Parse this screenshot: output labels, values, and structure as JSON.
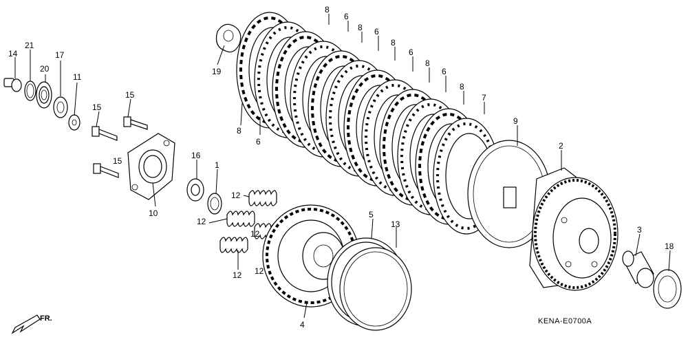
{
  "diagram_code": "KENA-E0700A",
  "direction_label": "FR.",
  "callouts": [
    "14",
    "21",
    "20",
    "17",
    "11",
    "15",
    "15",
    "15",
    "10",
    "16",
    "1",
    "12",
    "12",
    "12",
    "12",
    "12",
    "5",
    "13",
    "4",
    "19",
    "8",
    "6",
    "8",
    "6",
    "8",
    "6",
    "8",
    "6",
    "8",
    "6",
    "8",
    "7",
    "9",
    "2",
    "3",
    "18"
  ]
}
